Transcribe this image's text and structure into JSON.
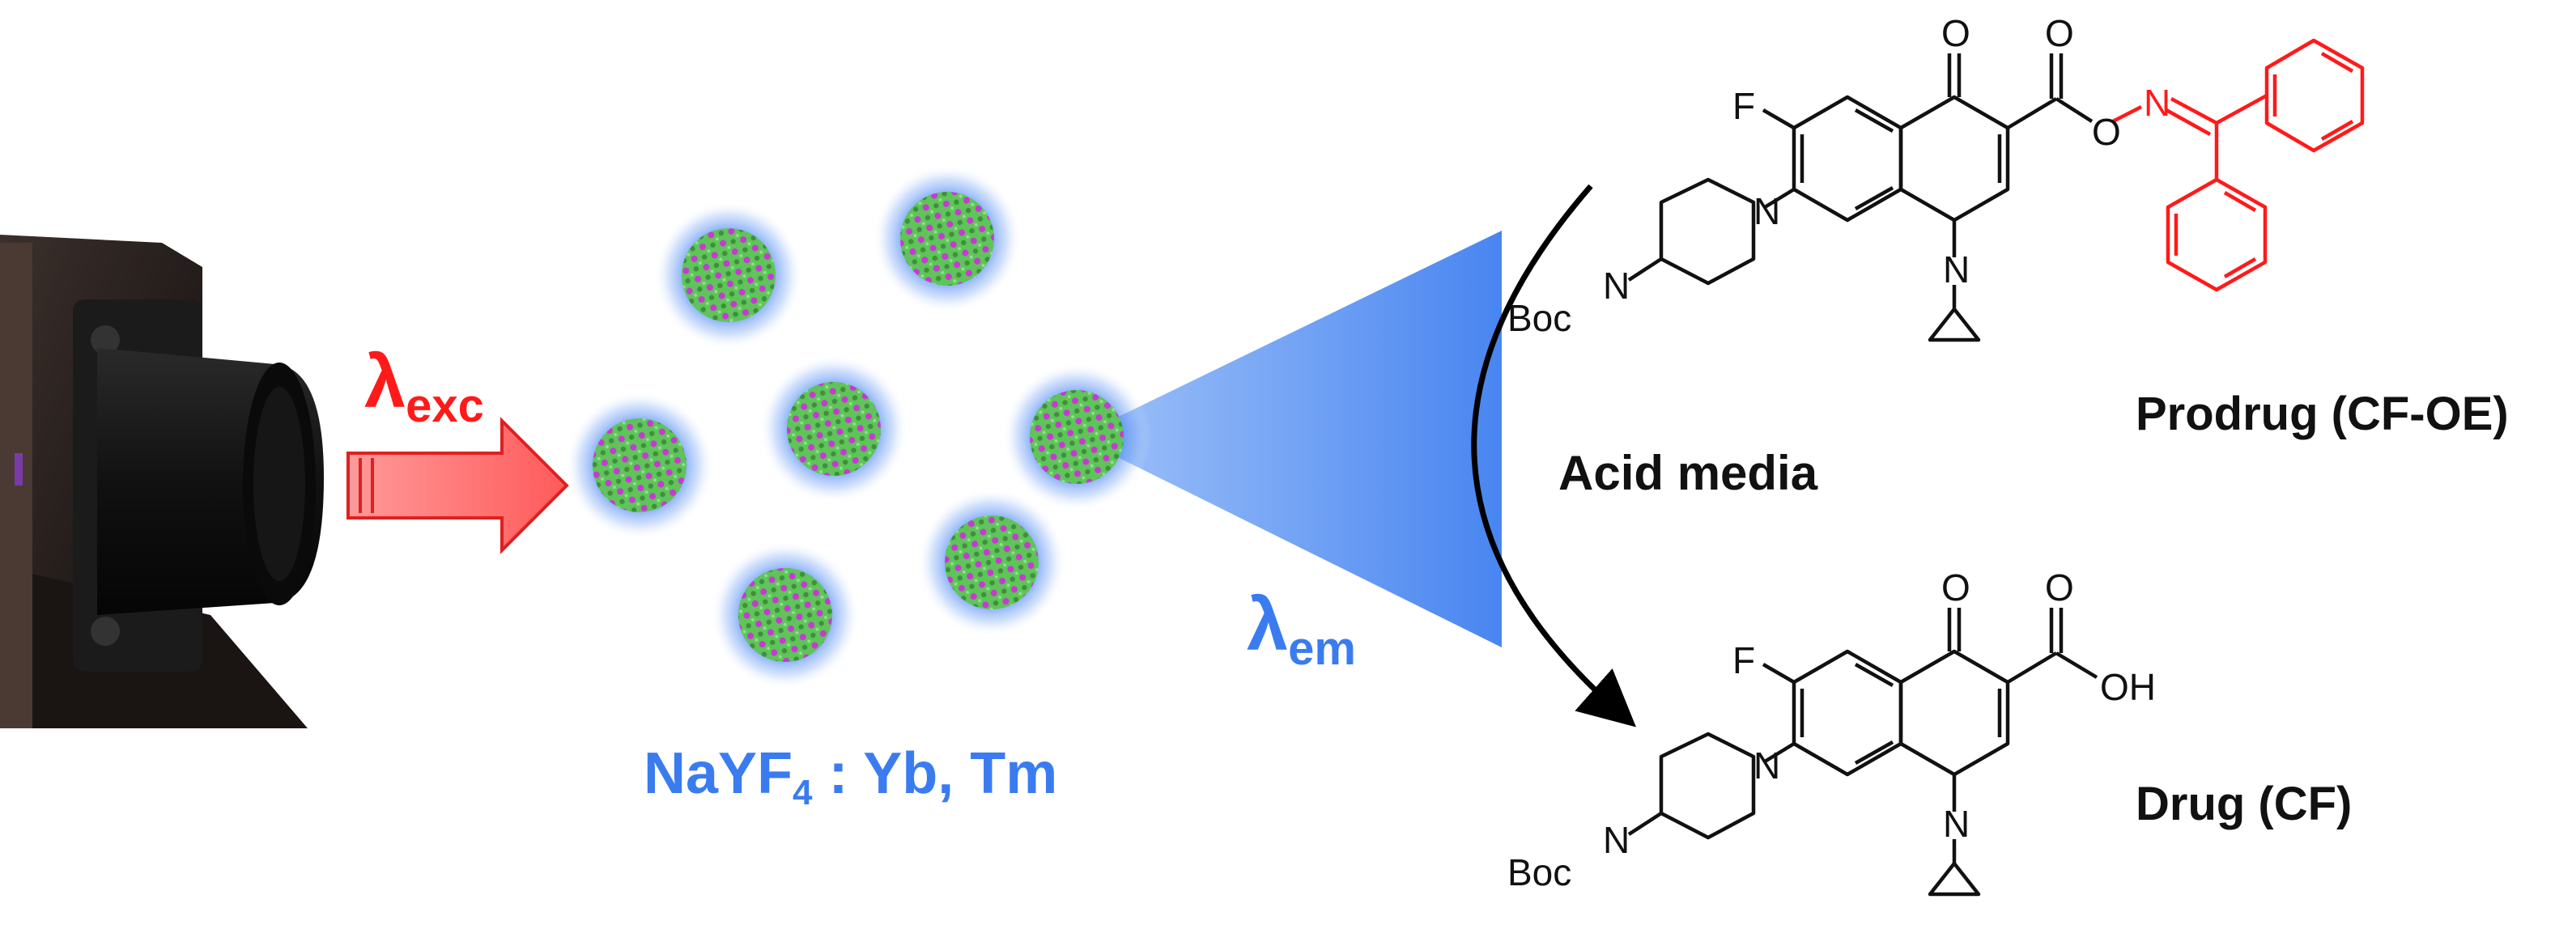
{
  "excitation": {
    "symbol": "λ",
    "subscript": "exc"
  },
  "emission": {
    "symbol": "λ",
    "subscript": "em"
  },
  "nanoparticle": {
    "formula_base": "NaYF",
    "formula_sub": "4",
    "dopants": " : Yb, Tm"
  },
  "reaction_condition": "Acid media",
  "prodrug_label": "Prodrug  (CF-OE)",
  "drug_label": "Drug  (CF)",
  "atoms": {
    "fluorine": "F",
    "oxygen": "O",
    "nitrogen": "N",
    "boc": "Boc",
    "hydroxyl": "OH"
  },
  "colors": {
    "excitation": "#ff1a1a",
    "emission": "#3a7cf0",
    "particle_green": "#5fc45a",
    "particle_magenta": "#c63ad1",
    "oxime_group": "#ff1a1a"
  }
}
